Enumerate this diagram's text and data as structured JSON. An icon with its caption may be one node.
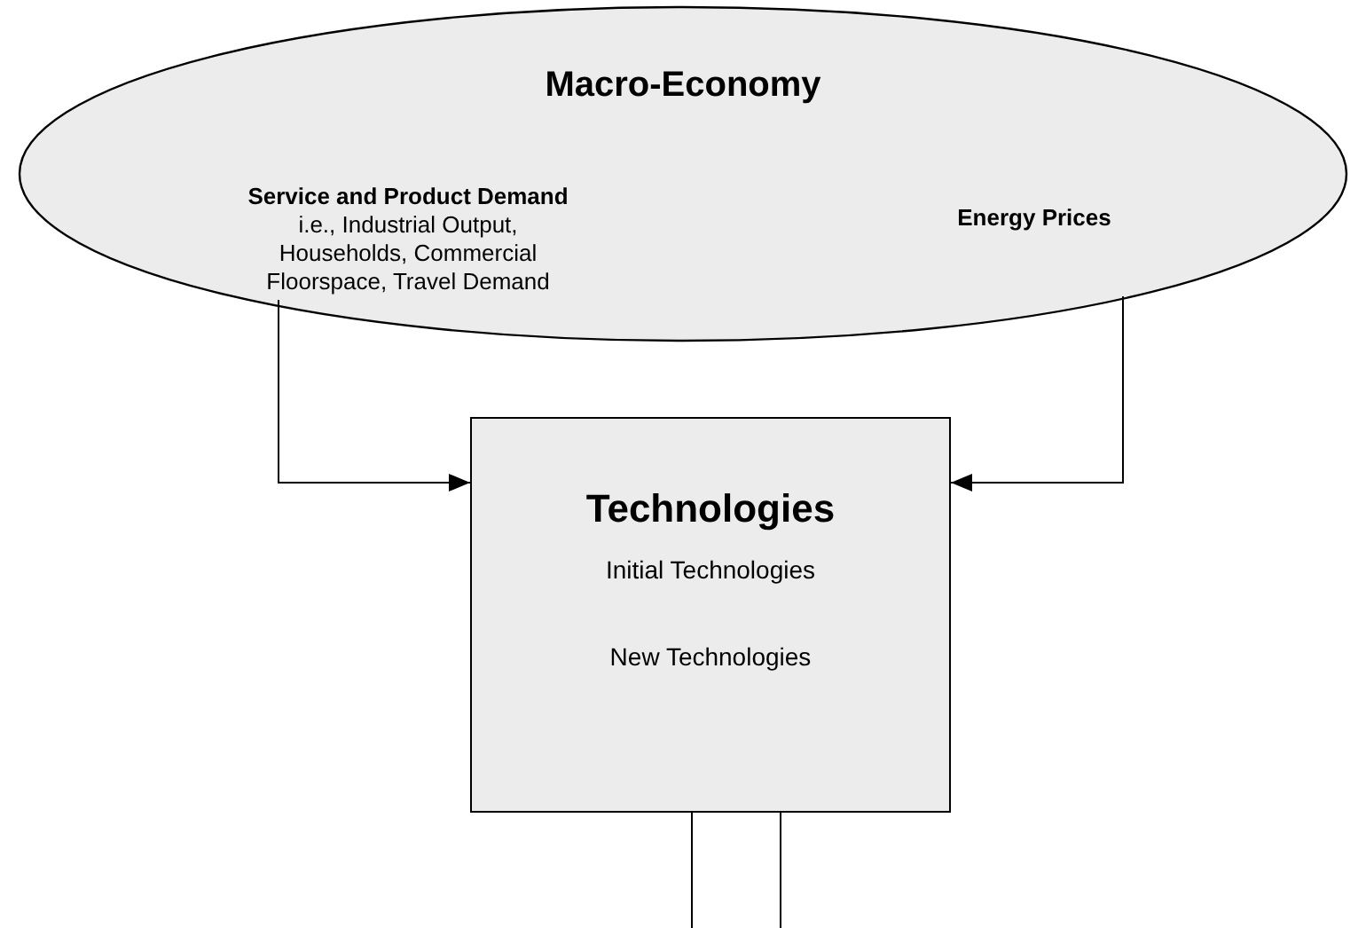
{
  "diagram": {
    "nodes": [
      {
        "text": [
          "Macro-Economy"
        ]
      },
      {
        "text": [
          "Service and Product Demand",
          "i.e., Industrial Output, Households, Commercial Floorspace, Travel Demand"
        ],
        "in": 0
      },
      {
        "text": [
          "Energy Prices"
        ],
        "in": 0
      },
      {
        "text": [
          "Technologies",
          "Initial Technologies",
          "New Technologies"
        ]
      }
    ],
    "edges": [
      {
        "from": 1,
        "to": 3,
        "arrow": "to"
      },
      {
        "from": 2,
        "to": 3,
        "arrow": "to"
      },
      {
        "from": 3,
        "to": null,
        "arrow": "none"
      },
      {
        "from": 3,
        "to": null,
        "arrow": "none"
      }
    ]
  }
}
